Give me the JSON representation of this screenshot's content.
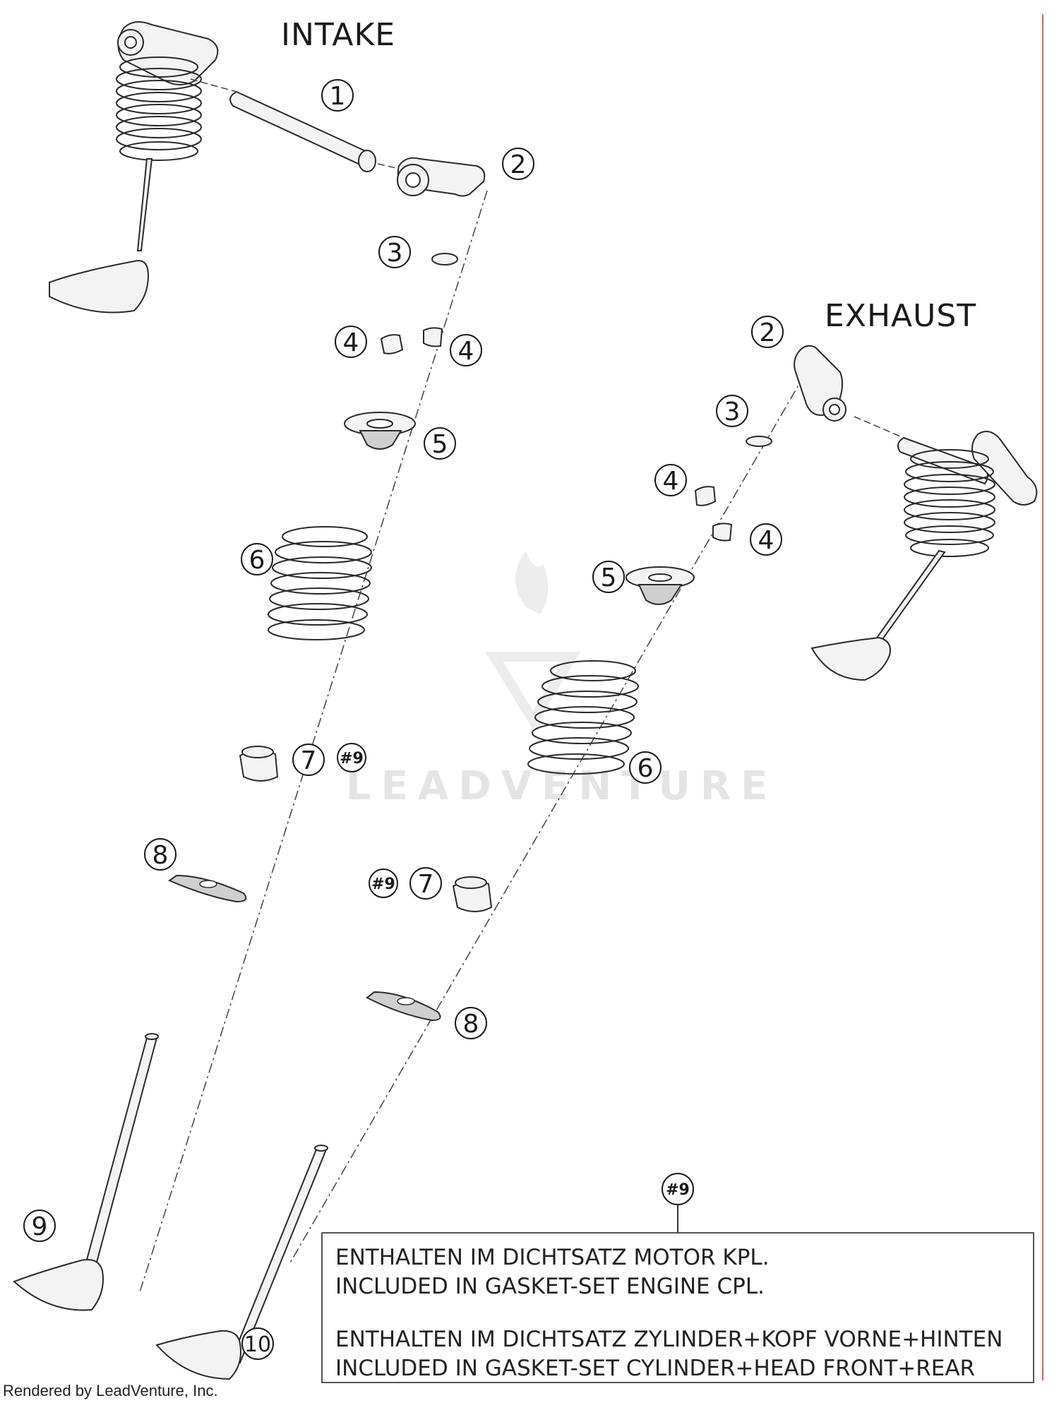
{
  "titles": {
    "intake": "INTAKE",
    "exhaust": "EXHAUST"
  },
  "callouts": {
    "c1": "1",
    "c2": "2",
    "c3": "3",
    "c4": "4",
    "c5": "5",
    "c6": "6",
    "c7": "7",
    "c8": "8",
    "c9": "9",
    "c10": "10",
    "note_ref": "#9"
  },
  "note": {
    "line1": "ENTHALTEN IM DICHTSATZ MOTOR KPL.",
    "line2": "INCLUDED IN GASKET-SET ENGINE CPL.",
    "line3": "ENTHALTEN IM DICHTSATZ ZYLINDER+KOPF VORNE+HINTEN",
    "line4": "INCLUDED IN GASKET-SET CYLINDER+HEAD FRONT+REAR"
  },
  "watermark": "LEADVENTURE",
  "footer": "Rendered by LeadVenture, Inc.",
  "colors": {
    "border_line": "#e06060",
    "ink": "#1a1a1a"
  }
}
